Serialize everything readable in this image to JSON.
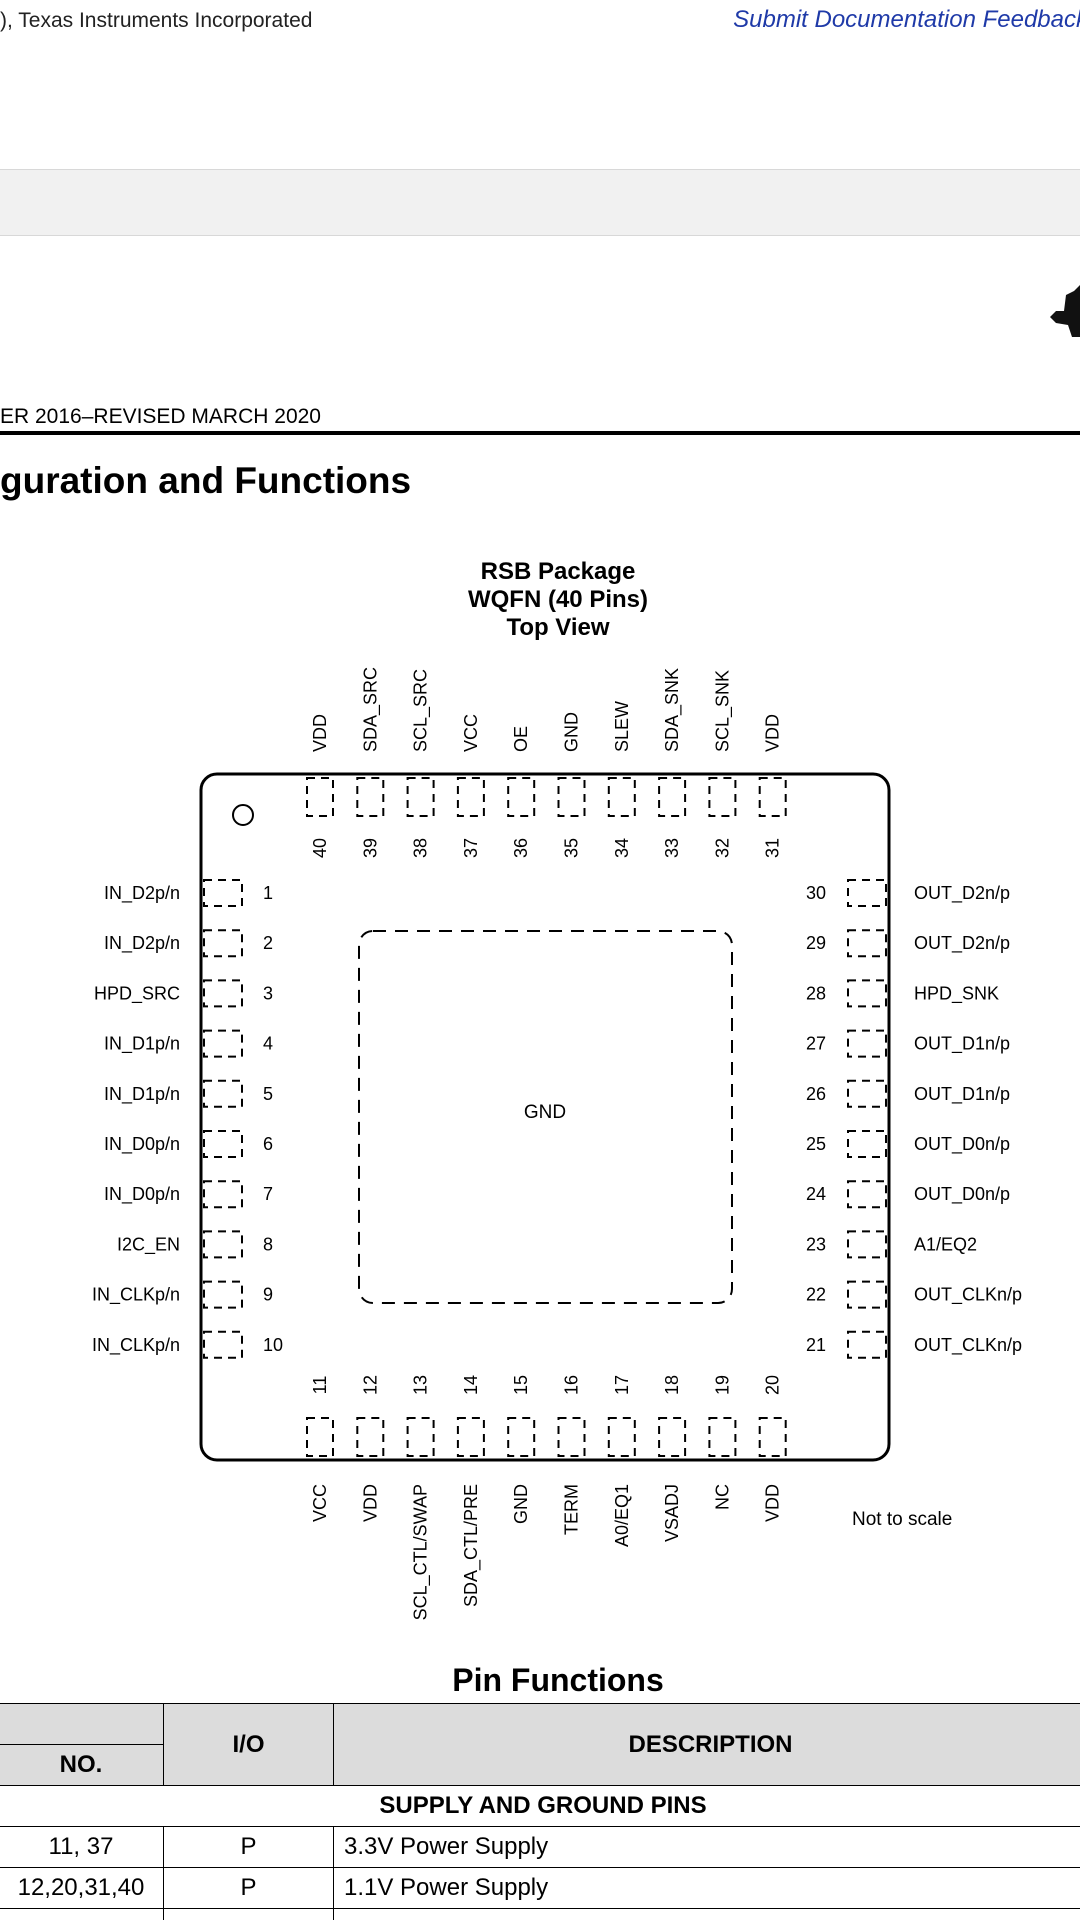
{
  "header": {
    "copyright": "), Texas Instruments Incorporated",
    "submit_link": "Submit Documentation Feedback",
    "revision": "ER 2016–REVISED MARCH 2020",
    "section_title": "guration and Functions"
  },
  "package": {
    "title_lines": [
      "RSB Package",
      "WQFN (40 Pins)",
      "Top View"
    ],
    "center_label": "GND",
    "note": "Not to scale"
  },
  "pins": {
    "top": [
      {
        "no": "40",
        "name": "VDD"
      },
      {
        "no": "39",
        "name": "SDA_SRC"
      },
      {
        "no": "38",
        "name": "SCL_SRC"
      },
      {
        "no": "37",
        "name": "VCC"
      },
      {
        "no": "36",
        "name": "OE"
      },
      {
        "no": "35",
        "name": "GND"
      },
      {
        "no": "34",
        "name": "SLEW"
      },
      {
        "no": "33",
        "name": "SDA_SNK"
      },
      {
        "no": "32",
        "name": "SCL_SNK"
      },
      {
        "no": "31",
        "name": "VDD"
      }
    ],
    "bottom": [
      {
        "no": "11",
        "name": "VCC"
      },
      {
        "no": "12",
        "name": "VDD"
      },
      {
        "no": "13",
        "name": "SCL_CTL/SWAP"
      },
      {
        "no": "14",
        "name": "SDA_CTL/PRE"
      },
      {
        "no": "15",
        "name": "GND"
      },
      {
        "no": "16",
        "name": "TERM"
      },
      {
        "no": "17",
        "name": "A0/EQ1"
      },
      {
        "no": "18",
        "name": "VSADJ"
      },
      {
        "no": "19",
        "name": "NC"
      },
      {
        "no": "20",
        "name": "VDD"
      }
    ],
    "left": [
      {
        "no": "1",
        "name": "IN_D2p/n"
      },
      {
        "no": "2",
        "name": "IN_D2p/n"
      },
      {
        "no": "3",
        "name": "HPD_SRC"
      },
      {
        "no": "4",
        "name": "IN_D1p/n"
      },
      {
        "no": "5",
        "name": "IN_D1p/n"
      },
      {
        "no": "6",
        "name": "IN_D0p/n"
      },
      {
        "no": "7",
        "name": "IN_D0p/n"
      },
      {
        "no": "8",
        "name": "I2C_EN"
      },
      {
        "no": "9",
        "name": "IN_CLKp/n"
      },
      {
        "no": "10",
        "name": "IN_CLKp/n"
      }
    ],
    "right": [
      {
        "no": "30",
        "name": "OUT_D2n/p"
      },
      {
        "no": "29",
        "name": "OUT_D2n/p"
      },
      {
        "no": "28",
        "name": "HPD_SNK"
      },
      {
        "no": "27",
        "name": "OUT_D1n/p"
      },
      {
        "no": "26",
        "name": "OUT_D1n/p"
      },
      {
        "no": "25",
        "name": "OUT_D0n/p"
      },
      {
        "no": "24",
        "name": "OUT_D0n/p"
      },
      {
        "no": "23",
        "name": "A1/EQ2"
      },
      {
        "no": "22",
        "name": "OUT_CLKn/p"
      },
      {
        "no": "21",
        "name": "OUT_CLKn/p"
      }
    ]
  },
  "pin_functions": {
    "title": "Pin Functions",
    "headers": {
      "no": "NO.",
      "io": "I/O",
      "desc": "DESCRIPTION"
    },
    "group": "SUPPLY AND GROUND PINS",
    "rows": [
      {
        "no": "11, 37",
        "io": "P",
        "desc": "3.3V Power Supply"
      },
      {
        "no": "12,20,31,40",
        "io": "P",
        "desc": "1.1V Power Supply"
      }
    ]
  }
}
